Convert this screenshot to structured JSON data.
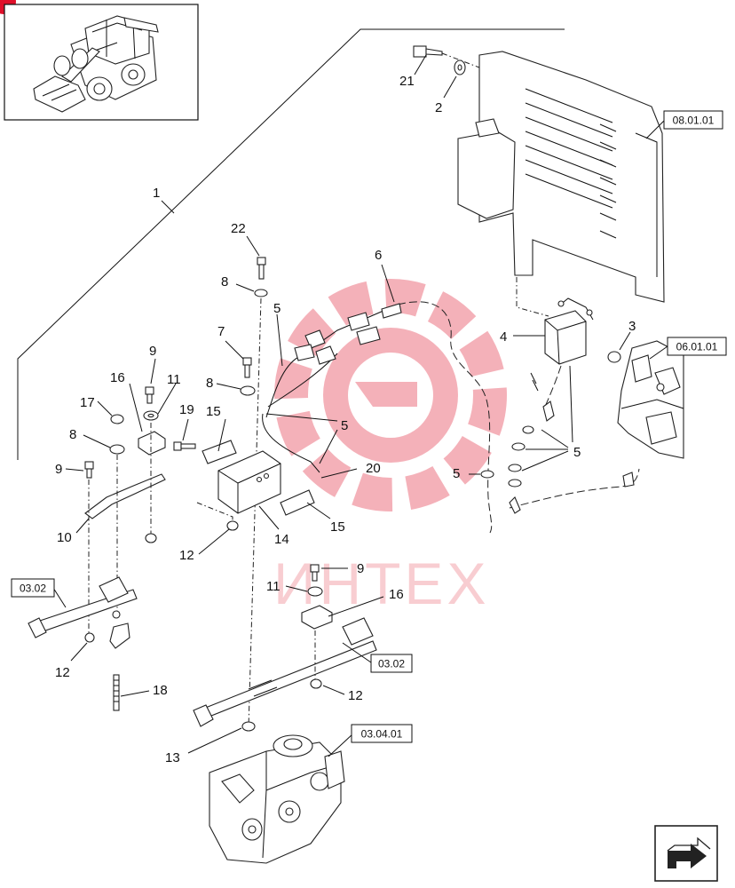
{
  "corner_badge_color": "#e0102a",
  "watermark": {
    "text": "ИНТЕХ",
    "color": "#f4a6ad"
  },
  "callouts": {
    "c1": "1",
    "c2": "2",
    "c3": "3",
    "c4": "4",
    "c5a": "5",
    "c5b": "5",
    "c5c": "5",
    "c5d": "5",
    "c6": "6",
    "c7": "7",
    "c8a": "8",
    "c8b": "8",
    "c8c": "8",
    "c9a": "9",
    "c9b": "9",
    "c9c": "9",
    "c10": "10",
    "c11a": "11",
    "c11b": "11",
    "c12a": "12",
    "c12b": "12",
    "c12c": "12",
    "c13": "13",
    "c14": "14",
    "c15a": "15",
    "c15b": "15",
    "c16a": "16",
    "c16b": "16",
    "c17": "17",
    "c18": "18",
    "c19": "19",
    "c20": "20",
    "c21": "21",
    "c22": "22"
  },
  "refs": {
    "r0801": "08.01.01",
    "r0601": "06.01.01",
    "r0302a": "03.02",
    "r0302b": "03.02",
    "r0304": "03.04.01"
  },
  "icons": {
    "thumbnail": "skid-steer-loader-icon",
    "next": "next-page-arrow-icon"
  }
}
